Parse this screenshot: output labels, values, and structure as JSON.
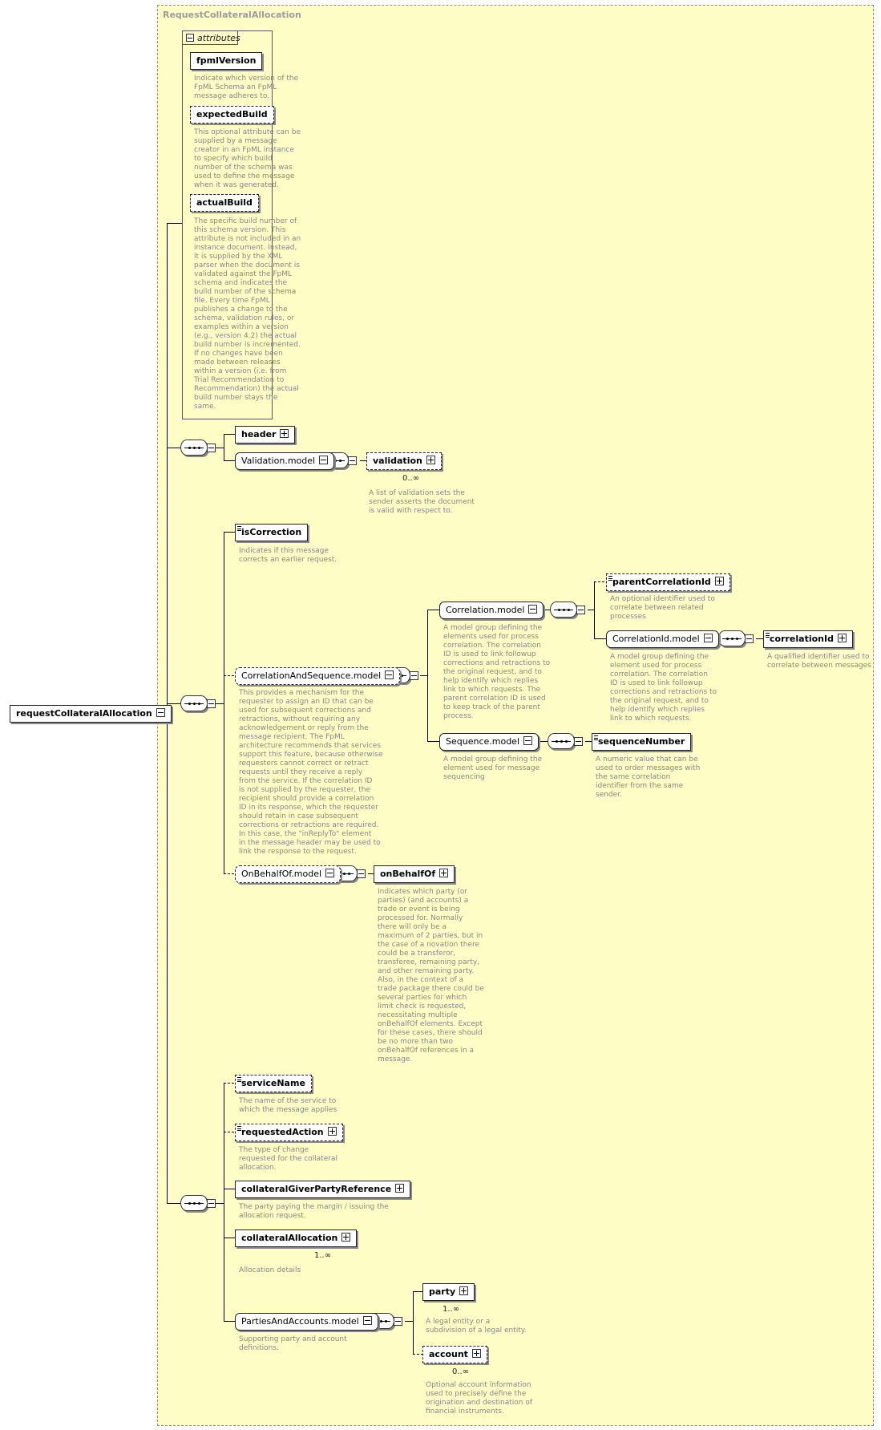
{
  "diagram": {
    "region_title": "RequestCollateralAllocation",
    "attributes_label": "attributes",
    "root": {
      "label": "requestCollateralAllocation"
    },
    "attributes": [
      {
        "label": "fpmlVersion",
        "desc": "Indicate which version of the\nFpML Schema an FpML\nmessage adheres to."
      },
      {
        "label": "expectedBuild",
        "desc": "This optional attribute can be\nsupplied by a message\ncreator in an FpML instance\nto specify which build\nnumber of the schema was\nused to define the message\nwhen it was generated."
      },
      {
        "label": "actualBuild",
        "desc": "The specific build number of\nthis schema version. This\nattribute is not included in an\ninstance document. Instead,\nit is supplied by the XML\nparser when the document is\nvalidated against the FpML\nschema and indicates the\nbuild number of the schema\nfile. Every time FpML\npublishes a change to the\nschema, validation rules, or\nexamples within a version\n(e.g., version 4.2) the actual\nbuild number is incremented.\nIf no changes have been\nmade between releases\nwithin a version (i.e. from\nTrial Recommendation to\nRecommendation) the actual\nbuild number stays the\nsame."
      }
    ],
    "header": {
      "label": "header"
    },
    "validation_model": {
      "label": "Validation.model"
    },
    "validation": {
      "label": "validation",
      "card": "0..∞",
      "desc": "A list of validation sets the\nsender asserts the document\nis valid with respect to."
    },
    "is_correction": {
      "label": "isCorrection",
      "desc": "Indicates if this message\ncorrects an earlier request."
    },
    "correlation_and_sequence": {
      "label": "CorrelationAndSequence.model",
      "desc": "This provides a mechanism for the\nrequester to assign an ID that can be\nused for subsequent corrections and\nretractions, without requiring any\nacknowledgement or reply from the\nmessage recipient. The FpML\narchitecture recommends that services\nsupport this feature, because otherwise\nrequesters cannot correct or retract\nrequests until they receive a reply\nfrom the service. If the correlation ID\nis not supplied by the requester, the\nrecipient should provide a correlation\nID in its response, which the requester\nshould retain in case subsequent\ncorrections or retractions are required.\nIn this case, the \"inReplyTo\" element\nin the message header may be used to\nlink the response to the request."
    },
    "correlation_model": {
      "label": "Correlation.model",
      "desc": "A model group defining the\nelements used for process\ncorrelation. The correlation\nID is used to link followup\ncorrections and retractions to\nthe original request, and to\nhelp identify which replies\nlink to which requests. The\nparent correlation ID is used\nto keep track of the parent\nprocess."
    },
    "parent_correlation_id": {
      "label": "parentCorrelationId",
      "desc": "An optional identifier used to\ncorrelate between related\nprocesses"
    },
    "correlation_id_model": {
      "label": "CorrelationId.model",
      "desc": "A model group defining the\nelement used for process\ncorrelation. The correlation\nID is used to link followup\ncorrections and retractions to\nthe original request, and to\nhelp identify which replies\nlink to which requests."
    },
    "correlation_id": {
      "label": "correlationId",
      "desc": "A qualified identifier used to\ncorrelate between messages"
    },
    "sequence_model": {
      "label": "Sequence.model",
      "desc": "A model group defining the\nelement used for message\nsequencing"
    },
    "sequence_number": {
      "label": "sequenceNumber",
      "desc": "A numeric value that can be\nused to order messages with\nthe same correlation\nidentifier from the same\nsender."
    },
    "on_behalf_of_model": {
      "label": "OnBehalfOf.model"
    },
    "on_behalf_of": {
      "label": "onBehalfOf",
      "desc": "Indicates which party (or\nparties) (and accounts) a\ntrade or event is being\nprocessed for. Normally\nthere will only be a\nmaximum of 2 parties, but in\nthe case of a novation there\ncould be a transferor,\ntransferee, remaining party,\nand other remaining party.\nAlso, in the context of a\ntrade package there could be\nseveral parties for which\nlimit check is requested,\nnecessitating multiple\nonBehalfOf elements. Except\nfor these cases, there should\nbe no more than two\nonBehalfOf references in a\nmessage."
    },
    "service_name": {
      "label": "serviceName",
      "desc": "The name of the service to\nwhich the message applies"
    },
    "requested_action": {
      "label": "requestedAction",
      "desc": "The type of change\nrequested for the collateral\nallocation."
    },
    "collateral_giver": {
      "label": "collateralGiverPartyReference",
      "desc": "The party paying the margin / issuing the\nallocation request."
    },
    "collateral_allocation": {
      "label": "collateralAllocation",
      "card": "1..∞",
      "desc": "Allocation details"
    },
    "parties_and_accounts": {
      "label": "PartiesAndAccounts.model",
      "desc": "Supporting party and account\ndefinitions."
    },
    "party": {
      "label": "party",
      "card": "1..∞",
      "desc": "A legal entity or a\nsubdivision of a legal entity."
    },
    "account": {
      "label": "account",
      "card": "0..∞",
      "desc": "Optional account information\nused to precisely define the\norigination and destination of\nfinancial instruments."
    }
  }
}
